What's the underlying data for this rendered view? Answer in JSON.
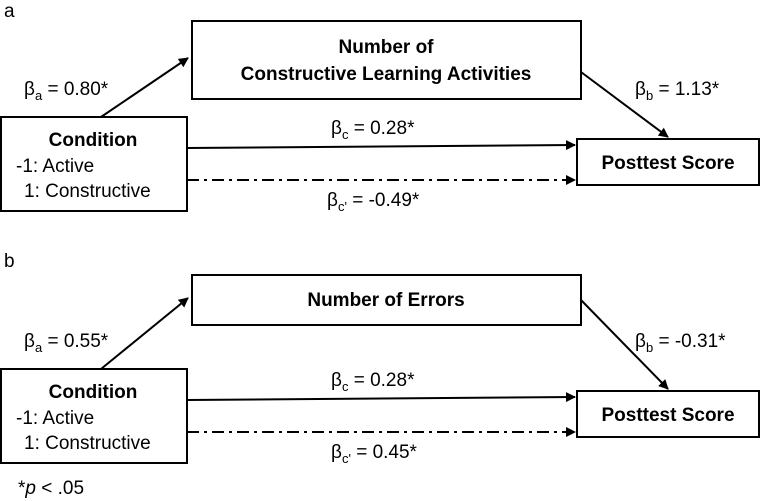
{
  "panels": [
    {
      "label": "a",
      "mediator": [
        "Number of",
        "Constructive Learning Activities"
      ],
      "condition": {
        "title": "Condition",
        "line1": "-1: Active",
        "line2": "1: Constructive"
      },
      "outcome": "Posttest Score",
      "paths": {
        "a": {
          "symbol": "β",
          "sub": "a",
          "value": " = 0.80*"
        },
        "b": {
          "symbol": "β",
          "sub": "b",
          "value": " = 1.13*"
        },
        "c": {
          "symbol": "β",
          "sub": "c",
          "value": " = 0.28*"
        },
        "c_prime": {
          "symbol": "β",
          "sub": "c'",
          "value": " = -0.49*"
        }
      }
    },
    {
      "label": "b",
      "mediator": [
        "Number of Errors"
      ],
      "condition": {
        "title": "Condition",
        "line1": "-1: Active",
        "line2": "1: Constructive"
      },
      "outcome": "Posttest Score",
      "paths": {
        "a": {
          "symbol": "β",
          "sub": "a",
          "value": " = 0.55*"
        },
        "b": {
          "symbol": "β",
          "sub": "b",
          "value": " = -0.31*"
        },
        "c": {
          "symbol": "β",
          "sub": "c",
          "value": " = 0.28*"
        },
        "c_prime": {
          "symbol": "β",
          "sub": "c'",
          "value": " = 0.45*"
        }
      }
    }
  ],
  "footnote": {
    "star": "*",
    "italic": "p",
    "rest": " < .05"
  },
  "colors": {
    "stroke": "#000000",
    "background": "#ffffff"
  }
}
